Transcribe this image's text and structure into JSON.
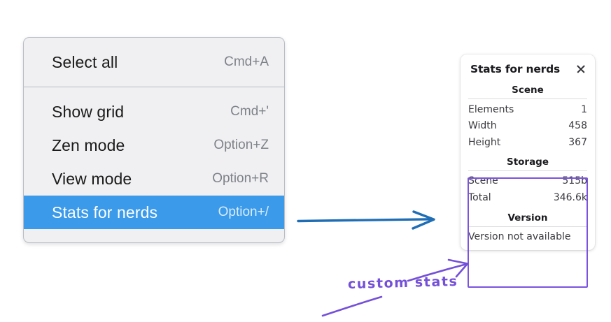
{
  "context_menu": {
    "name": "canvas-context-menu",
    "groups": [
      {
        "items": [
          {
            "label": "Select all",
            "shortcut": "Cmd+A",
            "selected": false
          }
        ]
      },
      {
        "items": [
          {
            "label": "Show grid",
            "shortcut": "Cmd+'",
            "selected": false
          },
          {
            "label": "Zen mode",
            "shortcut": "Option+Z",
            "selected": false
          },
          {
            "label": "View mode",
            "shortcut": "Option+R",
            "selected": false
          },
          {
            "label": "Stats for nerds",
            "shortcut": "Option+/",
            "selected": true
          }
        ]
      }
    ]
  },
  "stats_panel": {
    "title": "Stats for nerds",
    "close_icon": "close-icon",
    "sections": [
      {
        "heading": "Scene",
        "rows": [
          {
            "key": "Elements",
            "value": "1"
          },
          {
            "key": "Width",
            "value": "458"
          },
          {
            "key": "Height",
            "value": "367"
          }
        ]
      },
      {
        "heading": "Storage",
        "rows": [
          {
            "key": "Scene",
            "value": "515b"
          },
          {
            "key": "Total",
            "value": "346.6k"
          }
        ]
      },
      {
        "heading": "Version",
        "plain_rows": [
          "Version not available"
        ]
      }
    ]
  },
  "annotations": {
    "handwritten_label": "custom stats",
    "blue_arrow": "menu-to-panel-arrow",
    "purple_arrow": "custom-stats-pointer-arrow",
    "purple_underline": "custom-stats-underline"
  },
  "colors": {
    "menu_background": "#f0f0f2",
    "menu_border": "#b9bec6",
    "selection_blue": "#3b9ae9",
    "annotation_blue": "#1f6eb5",
    "annotation_purple": "#7450d8",
    "highlight_box_purple": "#7c53dd",
    "panel_background": "#ffffff",
    "text_primary": "#1a1a1a",
    "text_muted": "#7e8289"
  }
}
